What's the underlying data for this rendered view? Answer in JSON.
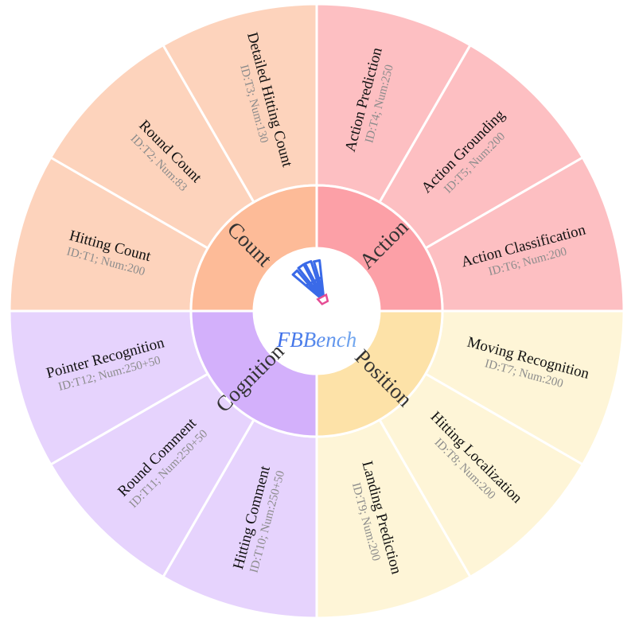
{
  "brand": {
    "name": "FBBench",
    "icon": "shuttlecock-icon",
    "gradient": [
      "#3a6ae8",
      "#74a9ef"
    ]
  },
  "categories": [
    {
      "key": "count",
      "label": "Count",
      "inner_color": "#fdbb98",
      "outer_color": "#fdd3bc",
      "tasks": [
        {
          "title": "Hitting Count",
          "meta": "ID:T1; Num:200"
        },
        {
          "title": "Round Count",
          "meta": "ID:T2; Num:83"
        },
        {
          "title": "Detailed Hitting Count",
          "meta": "ID:T3; Num:130"
        }
      ]
    },
    {
      "key": "action",
      "label": "Action",
      "inner_color": "#fca0a7",
      "outer_color": "#fdbfc2",
      "tasks": [
        {
          "title": "Action Prediction",
          "meta": "ID:T4; Num:250"
        },
        {
          "title": "Action Grounding",
          "meta": "ID:T5; Num:200"
        },
        {
          "title": "Action Classification",
          "meta": "ID:T6; Num:200"
        }
      ]
    },
    {
      "key": "position",
      "label": "Position",
      "inner_color": "#fde2a8",
      "outer_color": "#fef5d7",
      "tasks": [
        {
          "title": "Moving Recognition",
          "meta": "ID:T7; Num:200"
        },
        {
          "title": "Hitting Localization",
          "meta": "ID:T8; Num:200"
        },
        {
          "title": "Landing Prediction",
          "meta": "ID:T9; Num:200"
        }
      ]
    },
    {
      "key": "cognition",
      "label": "Cognition",
      "inner_color": "#d3b0fb",
      "outer_color": "#e6d3fd",
      "tasks": [
        {
          "title": "Hitting Comment",
          "meta": "ID:T10; Num:250+50"
        },
        {
          "title": "Round Comment",
          "meta": "ID:T11; Num:250+50"
        },
        {
          "title": "Pointer Recognition",
          "meta": "ID:T12; Num:250+50"
        }
      ]
    }
  ]
}
